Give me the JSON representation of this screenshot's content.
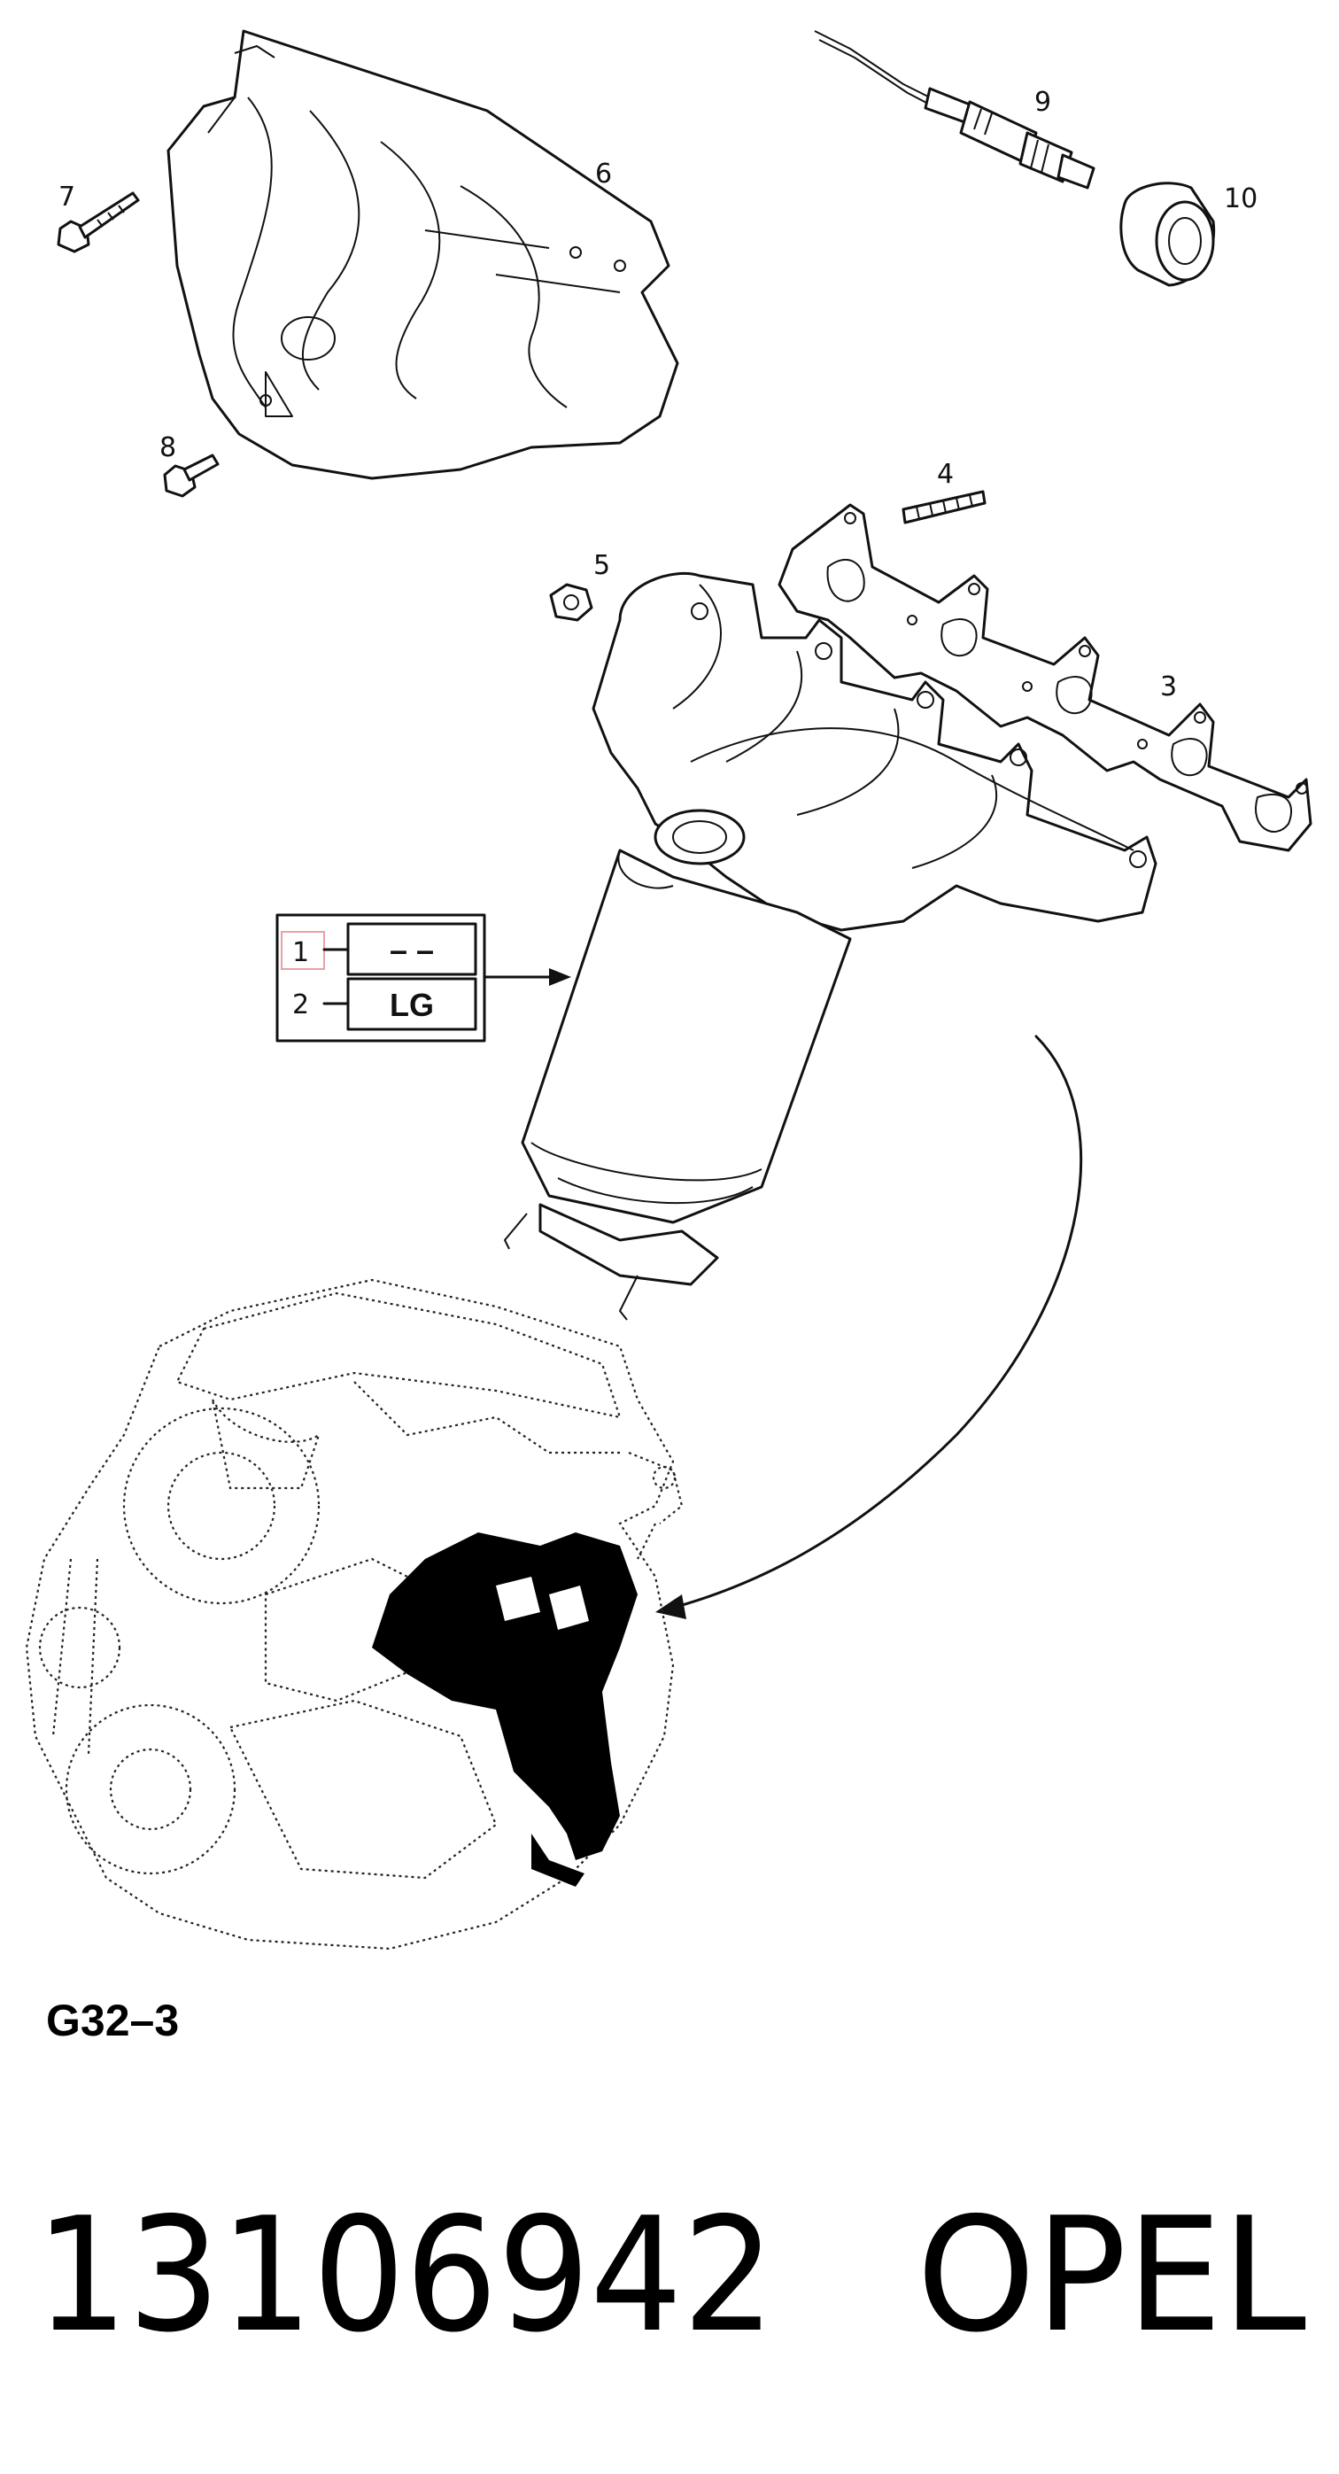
{
  "figure_ref": "G32–3",
  "part_number": "13106942",
  "brand": "OPEL",
  "callouts": [
    "1",
    "2",
    "3",
    "4",
    "5",
    "6",
    "7",
    "8",
    "9",
    "10"
  ],
  "key_table": {
    "rows": [
      {
        "index": "1",
        "value": "– –",
        "highlighted": true
      },
      {
        "index": "2",
        "value": "LG",
        "highlighted": false
      }
    ]
  },
  "colors": {
    "line": "#111111",
    "highlight_box": "#e8a0a8",
    "engine_fill": "#000000"
  }
}
